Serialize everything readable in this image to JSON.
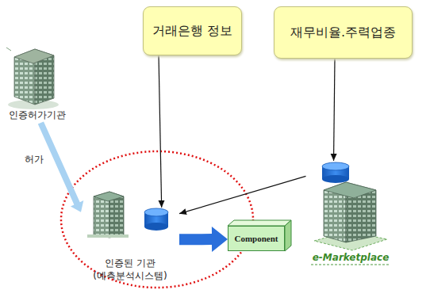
{
  "diagram": {
    "nodes": [
      {
        "text": [
          "거래은행 정보"
        ]
      },
      {
        "text": [
          "재무비율.주력업종"
        ]
      },
      {
        "text": [
          "인증허가기관"
        ]
      },
      {
        "text": [
          "인증된 기관 (예측분석시스템)"
        ]
      },
      {
        "text": [
          "Component"
        ]
      },
      {
        "text": [
          "e-Marketplace"
        ]
      }
    ],
    "edges": [
      {
        "from": 0,
        "to": 3,
        "arrow": "to"
      },
      {
        "from": 1,
        "to": 5,
        "arrow": "to"
      },
      {
        "from": 5,
        "to": 3,
        "arrow": "to"
      },
      {
        "from": 3,
        "to": 4,
        "arrow": "to"
      },
      {
        "from": 2,
        "to": 3,
        "label": "허가",
        "arrow": "to"
      }
    ]
  }
}
